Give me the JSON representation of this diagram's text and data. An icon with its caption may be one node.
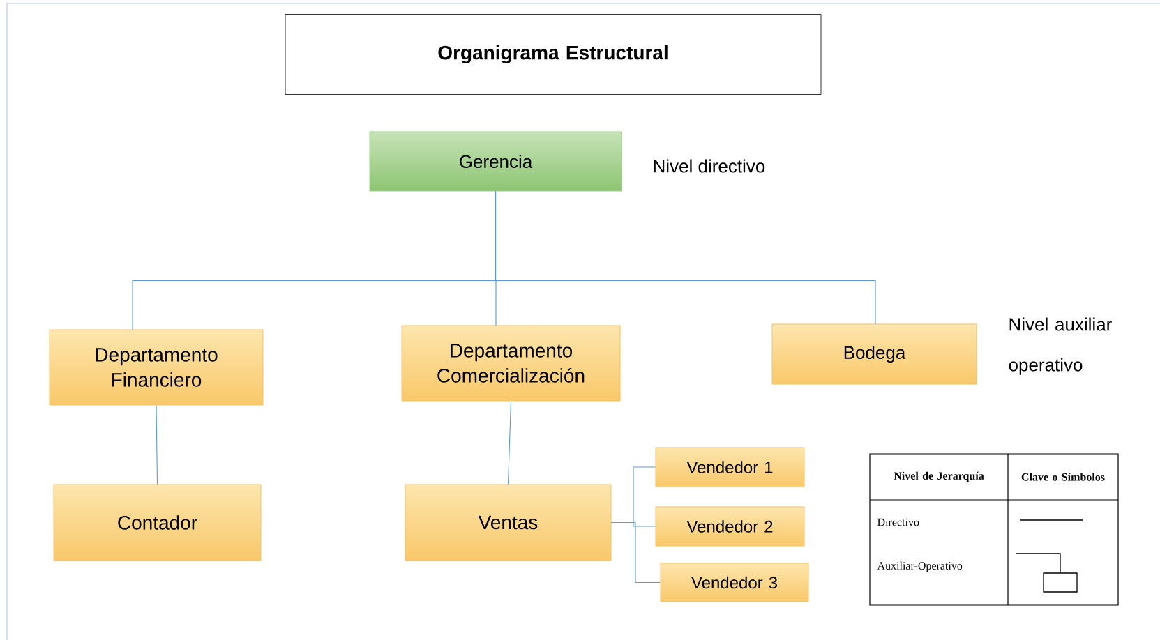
{
  "diagram": {
    "title": "Organigrama Estructural",
    "nodes": [
      {
        "text": [
          "Gerencia"
        ]
      },
      {
        "text": [
          "Departamento Financiero"
        ]
      },
      {
        "text": [
          "Departamento Comercialización"
        ]
      },
      {
        "text": [
          "Bodega"
        ]
      },
      {
        "text": [
          "Contador"
        ]
      },
      {
        "text": [
          "Ventas"
        ]
      },
      {
        "text": [
          "Vendedor 1"
        ]
      },
      {
        "text": [
          "Vendedor 2"
        ]
      },
      {
        "text": [
          "Vendedor 3"
        ]
      }
    ],
    "edges": [
      {
        "from": 0,
        "to": 1,
        "arrow": "none"
      },
      {
        "from": 0,
        "to": 2,
        "arrow": "none"
      },
      {
        "from": 0,
        "to": 3,
        "arrow": "none"
      },
      {
        "from": 1,
        "to": 4,
        "arrow": "none"
      },
      {
        "from": 2,
        "to": 5,
        "arrow": "none"
      },
      {
        "from": 5,
        "to": 6,
        "arrow": "none"
      },
      {
        "from": 5,
        "to": 7,
        "arrow": "none"
      },
      {
        "from": 5,
        "to": 8,
        "arrow": "none"
      }
    ],
    "labels": [
      "Nivel directivo",
      "Nivel auxiliar operativo",
      "Nivel de Jerarquía",
      "Clave o Símbolos",
      "Directivo",
      "Auxiliar-Operativo"
    ]
  }
}
